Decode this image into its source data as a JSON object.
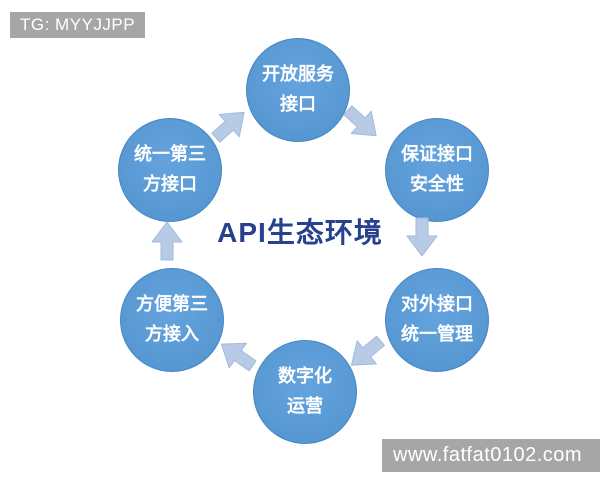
{
  "watermarks": {
    "top_left": "TG: MYYJJPP",
    "bottom_right": "www.fatfat0102.com"
  },
  "diagram": {
    "title": "API生态环境",
    "nodes": [
      {
        "id": "open-service-interface",
        "line1": "开放服务",
        "line2": "接口"
      },
      {
        "id": "ensure-interface-security",
        "line1": "保证接口",
        "line2": "安全性"
      },
      {
        "id": "external-interface-management",
        "line1": "对外接口",
        "line2": "统一管理"
      },
      {
        "id": "digital-operations",
        "line1": "数字化",
        "line2": "运营"
      },
      {
        "id": "easy-third-party-access",
        "line1": "方便第三",
        "line2": "方接入"
      },
      {
        "id": "unified-third-party-interface",
        "line1": "统一第三",
        "line2": "方接口"
      }
    ],
    "arrows": [
      {
        "from": "unified-third-party-interface",
        "to": "open-service-interface",
        "direction": "up-right"
      },
      {
        "from": "open-service-interface",
        "to": "ensure-interface-security",
        "direction": "down-right"
      },
      {
        "from": "ensure-interface-security",
        "to": "external-interface-management",
        "direction": "down"
      },
      {
        "from": "external-interface-management",
        "to": "digital-operations",
        "direction": "down-left"
      },
      {
        "from": "digital-operations",
        "to": "easy-third-party-access",
        "direction": "up-left"
      },
      {
        "from": "easy-third-party-access",
        "to": "unified-third-party-interface",
        "direction": "up"
      }
    ],
    "colors": {
      "circle": "#5b9bd5",
      "arrow": "#b7cbe7",
      "title": "#27418f",
      "node_text": "#ffffff",
      "watermark_bg": "#a6a6a6",
      "watermark_text": "#ffffff"
    }
  }
}
